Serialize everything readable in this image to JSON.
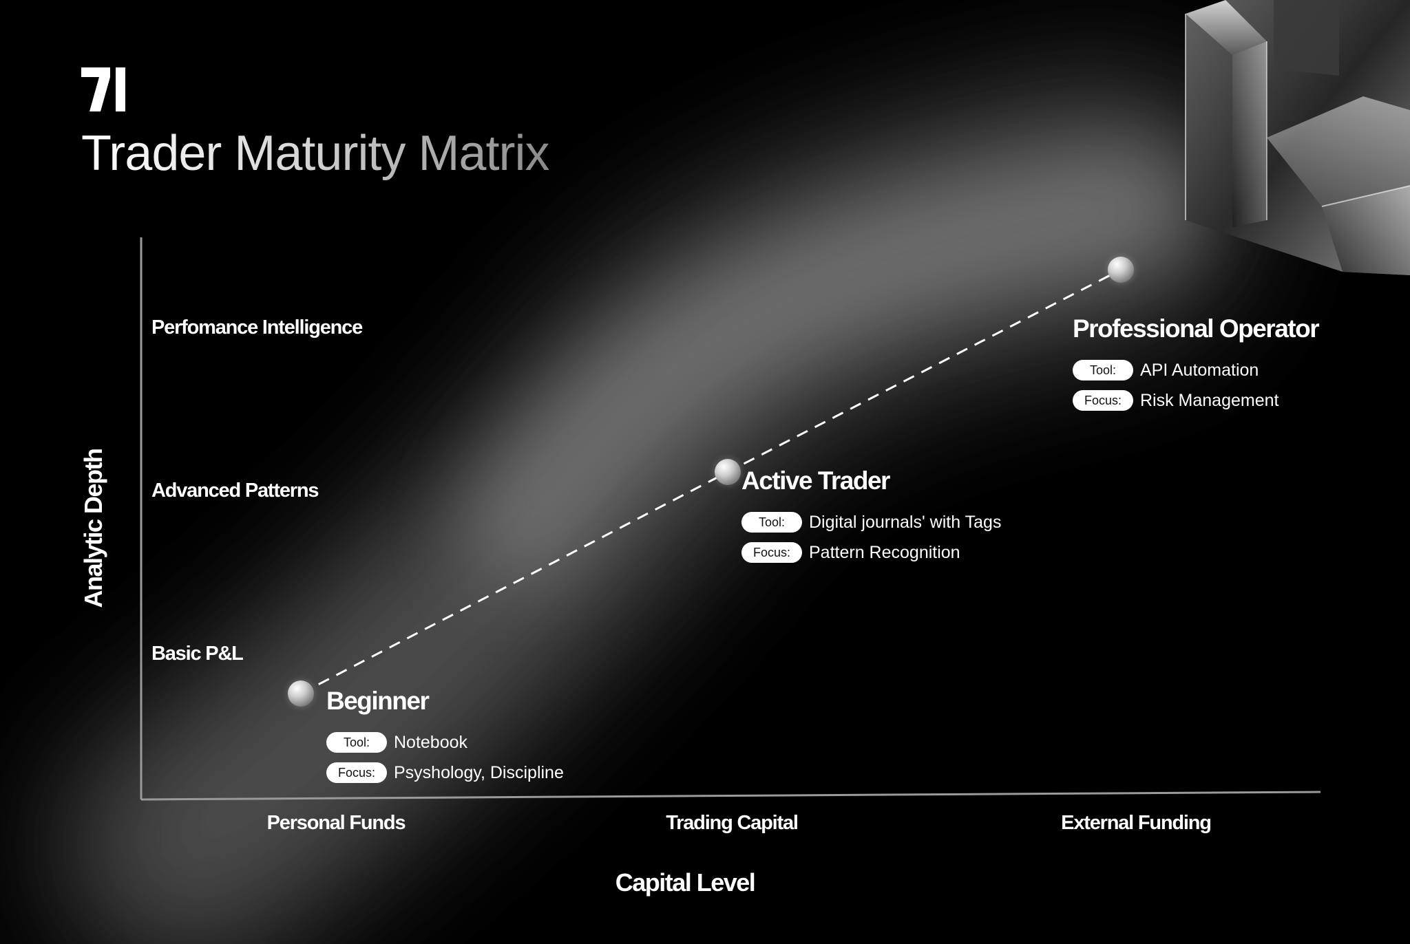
{
  "brand": {
    "logo_icon": "brand-logo-icon"
  },
  "title": "Trader Maturity Matrix",
  "chart_data": {
    "type": "diagram",
    "x_axis": {
      "title": "Capital Level",
      "categories": [
        "Personal Funds",
        "Trading Capital",
        "External Funding"
      ]
    },
    "y_axis": {
      "title": "Analytic Depth",
      "categories": [
        "Basic P&L",
        "Advanced Patterns",
        "Perfomance Intelligence"
      ]
    },
    "stages": [
      {
        "name": "Beginner",
        "x": "Personal Funds",
        "y": "Basic P&L",
        "tool_label": "Tool:",
        "tool": "Notebook",
        "focus_label": "Focus:",
        "focus": "Psyshology, Discipline"
      },
      {
        "name": "Active Trader",
        "x": "Trading Capital",
        "y": "Advanced Patterns",
        "tool_label": "Tool:",
        "tool": "Digital journals' with Tags",
        "focus_label": "Focus:",
        "focus": "Pattern  Recognition"
      },
      {
        "name": "Professional Operator",
        "x": "External Funding",
        "y": "Perfomance Intelligence",
        "tool_label": "Tool:",
        "tool": "API Automation",
        "focus_label": "Focus:",
        "focus": "Risk Management"
      }
    ],
    "path_style": "dashed",
    "colors": {
      "background": "#000000",
      "text": "#ffffff",
      "glow": "#8c8c8c"
    }
  }
}
